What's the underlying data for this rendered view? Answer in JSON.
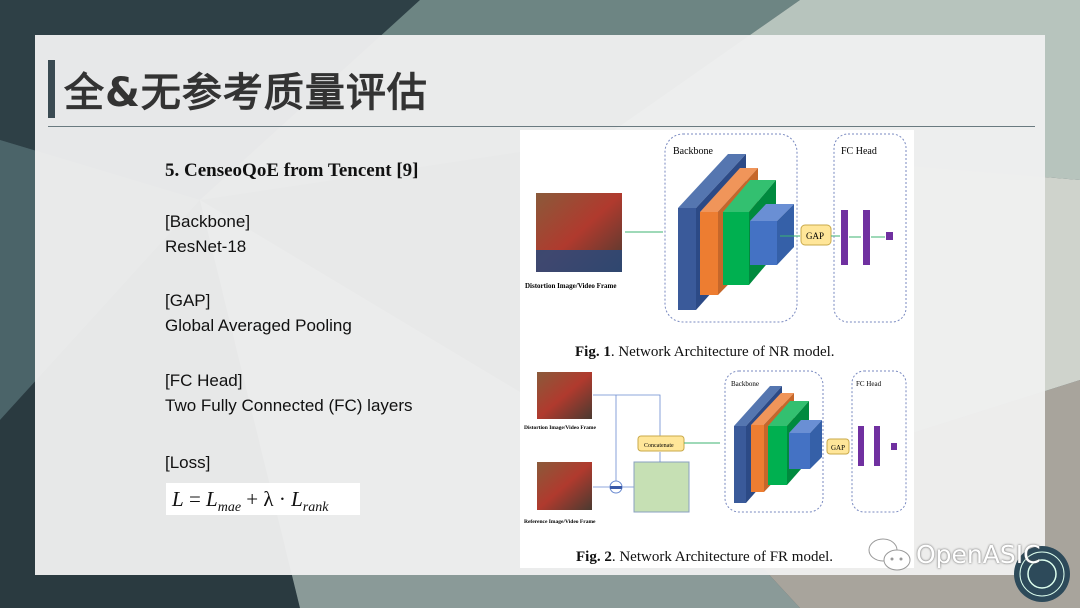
{
  "slide": {
    "title": "全&无参考质量评估",
    "heading": "5. CenseoQoE from Tencent [9]",
    "sections": [
      {
        "label": "[Backbone]",
        "value": "ResNet-18"
      },
      {
        "label": "[GAP]",
        "value": "Global Averaged Pooling"
      },
      {
        "label": "[FC Head]",
        "value": "Two Fully Connected (FC) layers"
      },
      {
        "label": "[Loss]"
      }
    ],
    "formula": {
      "lhs": "L",
      "eq": " = ",
      "t1": "L",
      "s1": "mae",
      "plus": " + λ · ",
      "t2": "L",
      "s2": "rank"
    }
  },
  "figure1": {
    "caption_num": "Fig. 1",
    "caption_text": ".  Network Architecture of NR model.",
    "backbone": "Backbone",
    "fc_head": "FC Head",
    "gap": "GAP",
    "input_label": "Distortion Image/Video Frame"
  },
  "figure2": {
    "caption_num": "Fig. 2",
    "caption_text": ".  Network Architecture of FR model.",
    "backbone": "Backbone",
    "fc_head": "FC Head",
    "gap": "GAP",
    "concat": "Concatenate",
    "input1_label": "Distortion Image/Video Frame",
    "input2_label": "Reference Image/Video Frame"
  },
  "watermark": {
    "text": "OpenASIC",
    "icon": "wechat-icon",
    "seal": "university-seal"
  },
  "colors": {
    "blue": "#3a5a9a",
    "orange": "#ed7d31",
    "green": "#00b050",
    "lightblue": "#4472c4",
    "purple": "#7030a0",
    "gap": "#ffe699"
  }
}
